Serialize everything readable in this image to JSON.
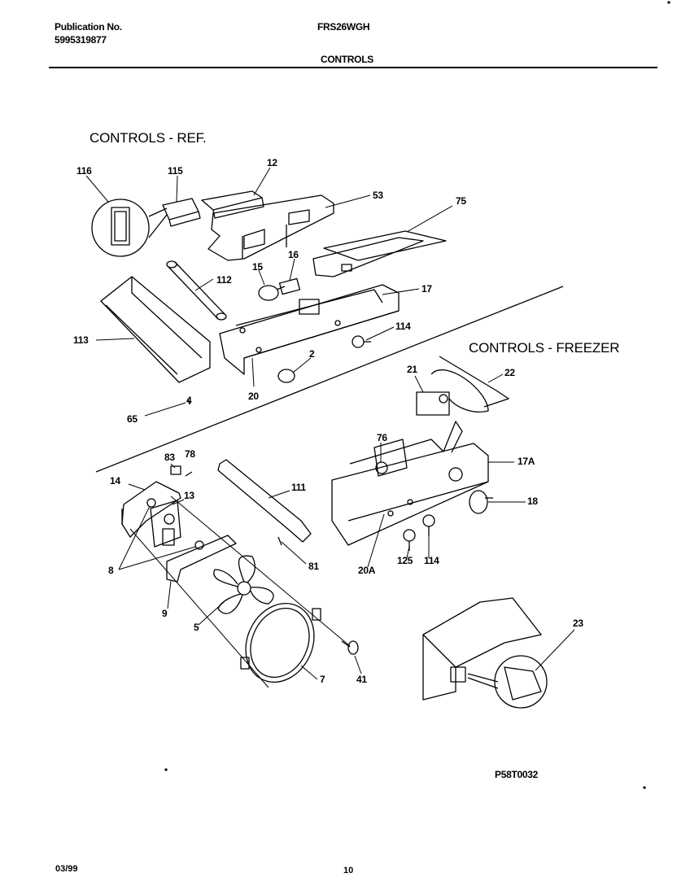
{
  "header": {
    "pub_label": "Publication No.",
    "pub_number": "5995319877",
    "model": "FRS26WGH",
    "section": "CONTROLS"
  },
  "sections": {
    "ref": "CONTROLS - REF.",
    "freezer": "CONTROLS - FREEZER"
  },
  "callouts": [
    "116",
    "115",
    "12",
    "53",
    "75",
    "15",
    "16",
    "112",
    "17",
    "113",
    "114",
    "2",
    "20",
    "65",
    "4",
    "21",
    "22",
    "76",
    "17A",
    "83",
    "78",
    "14",
    "13",
    "111",
    "18",
    "8",
    "81",
    "20A",
    "125",
    "114",
    "9",
    "5",
    "41",
    "7",
    "23"
  ],
  "figure_code": "P58T0032",
  "footer": {
    "date": "03/99",
    "page": "10"
  }
}
